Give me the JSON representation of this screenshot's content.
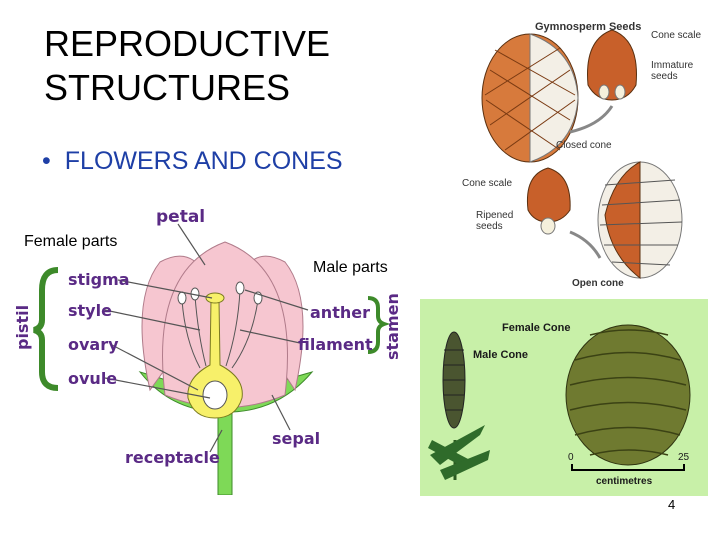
{
  "slide": {
    "title_line1": "REPRODUCTIVE",
    "title_line2": "STRUCTURES",
    "bullet": "FLOWERS AND CONES",
    "female_label": "Female parts",
    "male_label": "Male parts",
    "page_number": "4"
  },
  "flower_diagram": {
    "petal": "petal",
    "stigma": "stigma",
    "style": "style",
    "ovary": "ovary",
    "ovule": "ovule",
    "anther": "anther",
    "filament": "filament",
    "pistil": "pistil",
    "stamen": "stamen",
    "sepal": "sepal",
    "receptacle": "receptacle"
  },
  "gymnosperm_diagram": {
    "title": "Gymnosperm Seeds",
    "cone_scale_top": "Cone scale",
    "immature_line1": "Immature",
    "immature_line2": "seeds",
    "closed_cone": "Closed cone",
    "cone_scale_mid": "Cone scale",
    "ripened_line1": "Ripened",
    "ripened_line2": "seeds",
    "open_cone": "Open cone"
  },
  "cone_photo": {
    "female_cone": "Female Cone",
    "male_cone": "Male Cone",
    "scale_start": "0",
    "scale_end": "25",
    "scale_unit": "centimetres"
  },
  "colors": {
    "bullet": "#1e3fa6",
    "flower_label": "#5a2a85",
    "petal_fill": "#f6c6d0",
    "cone_bg": "#c8f0a8"
  }
}
